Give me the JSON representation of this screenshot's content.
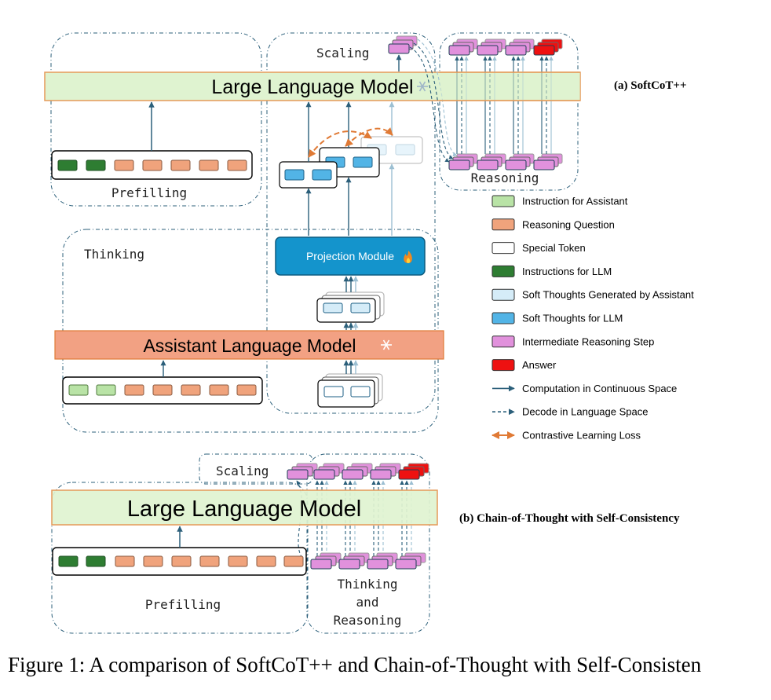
{
  "colors": {
    "instruction_assistant": "#b9e3a6",
    "reasoning_question": "#f0a37c",
    "special_token": "#ffffff",
    "instructions_llm": "#2e7d32",
    "soft_thoughts_assistant": "#d5ecf8",
    "soft_thoughts_llm": "#52b4e6",
    "intermediate_step": "#e191dc",
    "answer": "#ee1111",
    "llm_fill": "#dff3d0",
    "llm_stroke": "#e59a58",
    "assistant_fill": "#f2a183",
    "projection_fill": "#1494cc",
    "continuous_arrow": "#2b5f7a",
    "contrastive_arrow": "#e07a35"
  },
  "panel_a": {
    "title": "(a) SoftCoT++",
    "llm_label": "Large Language Model",
    "llm_icon": "snowflake-icon",
    "scaling_label": "Scaling",
    "reasoning_label": "Reasoning",
    "prefilling_label": "Prefilling",
    "thinking_label": "Thinking",
    "projection_label": "Projection Module",
    "projection_icon": "fire-icon",
    "assistant_label": "Assistant Language Model",
    "assistant_icon": "snowflake-icon"
  },
  "panel_b": {
    "title": "(b) Chain-of-Thought with Self-Consistency",
    "llm_label": "Large Language Model",
    "scaling_label": "Scaling",
    "prefilling_label": "Prefilling",
    "thinking_reasoning_lines": [
      "Thinking",
      "and",
      "Reasoning"
    ]
  },
  "legend": [
    {
      "label": "Instruction for Assistant",
      "kind": "box",
      "color": "#b9e3a6"
    },
    {
      "label": "Reasoning Question",
      "kind": "box",
      "color": "#f0a37c"
    },
    {
      "label": "Special Token",
      "kind": "box",
      "color": "#ffffff"
    },
    {
      "label": "Instructions for LLM",
      "kind": "box",
      "color": "#2e7d32"
    },
    {
      "label": "Soft Thoughts Generated by Assistant",
      "kind": "box",
      "color": "#d5ecf8"
    },
    {
      "label": "Soft Thoughts for LLM",
      "kind": "box",
      "color": "#52b4e6"
    },
    {
      "label": "Intermediate Reasoning Step",
      "kind": "box",
      "color": "#e191dc"
    },
    {
      "label": "Answer",
      "kind": "box",
      "color": "#ee1111"
    },
    {
      "label": "Computation in Continuous Space",
      "kind": "solid-arrow",
      "color": "#2b5f7a"
    },
    {
      "label": "Decode in Language Space",
      "kind": "dashed-arrow",
      "color": "#2b5f7a"
    },
    {
      "label": "Contrastive Learning Loss",
      "kind": "double-arrow",
      "color": "#e07a35"
    }
  ],
  "caption": "Figure 1: A comparison of SoftCoT++ and Chain-of-Thought with Self-Consisten"
}
